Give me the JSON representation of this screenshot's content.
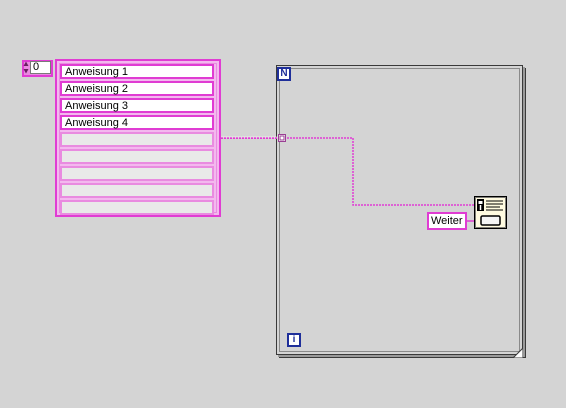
{
  "index_control": {
    "value": "0"
  },
  "string_array": {
    "elements": [
      "Anweisung 1",
      "Anweisung 2",
      "Anweisung 3",
      "Anweisung 4"
    ],
    "empty_slots": 5
  },
  "for_loop": {
    "count_terminal": "N",
    "iteration_terminal": "i"
  },
  "button_constant": {
    "value": "Weiter"
  },
  "icons": {
    "dialog_subvi": "one-button-dialog-icon",
    "increment": "increment-arrow-icon",
    "decrement": "decrement-arrow-icon"
  },
  "colors": {
    "string_wire": "#e03cd3",
    "string_border": "#e03cd3",
    "string_fill": "#f3b8ee",
    "loop_terminal": "#1f2f9a",
    "background": "#d4d4d4"
  }
}
